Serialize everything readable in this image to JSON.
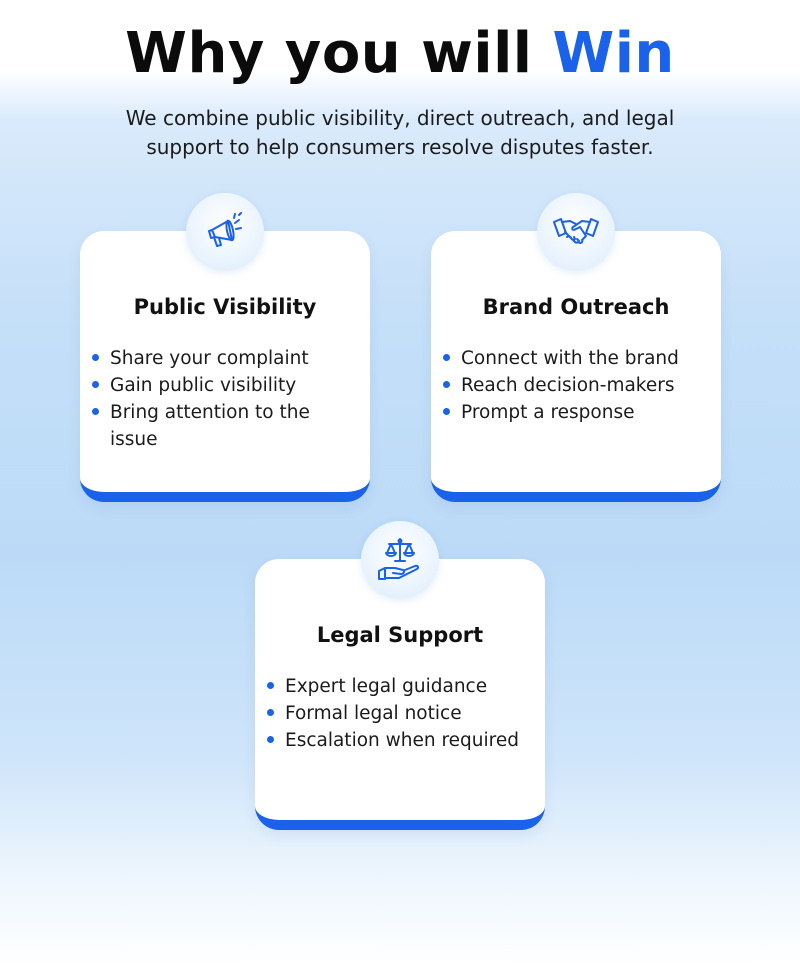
{
  "header": {
    "title_prefix": "Why you will ",
    "title_accent": "Win",
    "subtitle": "We combine public visibility, direct outreach, and legal support to help consumers resolve disputes faster."
  },
  "colors": {
    "accent": "#1a62ea",
    "card_background": "#ffffff",
    "page_gradient": [
      "#ffffff",
      "#c4dff8",
      "#ffffff"
    ]
  },
  "cards": [
    {
      "icon": "megaphone-icon",
      "title": "Public Visibility",
      "items": [
        "Share your complaint",
        "Gain public visibility",
        "Bring attention to the issue"
      ]
    },
    {
      "icon": "handshake-icon",
      "title": "Brand Outreach",
      "items": [
        "Connect with the brand",
        "Reach decision-makers",
        "Prompt a response"
      ]
    },
    {
      "icon": "scales-hand-icon",
      "title": "Legal Support",
      "items": [
        "Expert legal guidance",
        "Formal legal notice",
        "Escalation when required"
      ]
    }
  ]
}
